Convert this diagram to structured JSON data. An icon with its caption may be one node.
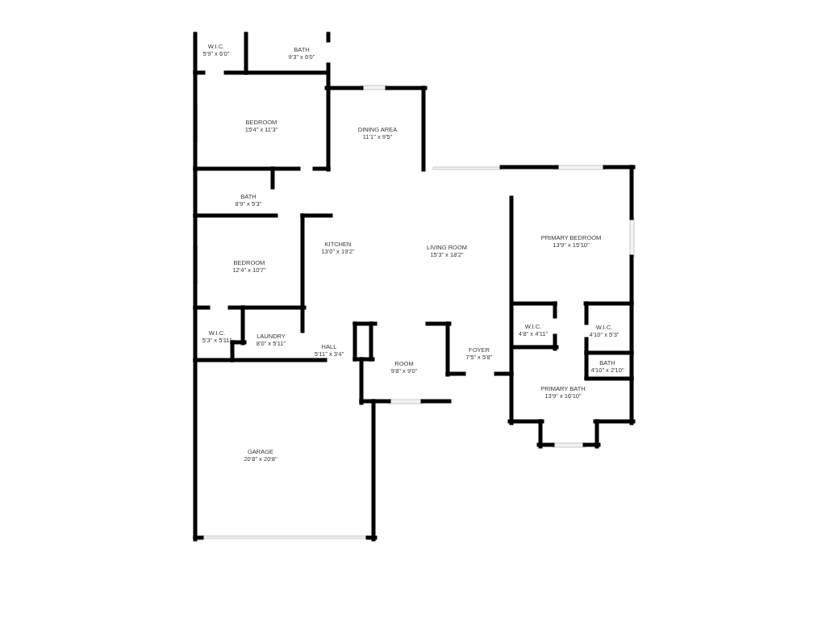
{
  "diagram": {
    "labels": [
      "W.I.C.",
      "5'9\" x 6'0\"",
      "BATH",
      "9'3\" x 6'0\"",
      "BEDROOM",
      "15'4\" x 11'3\"",
      "DINING AREA",
      "11'1\" x 9'5\"",
      "BATH",
      "8'9\" x 5'3\"",
      "PRIMARY BEDROOM",
      "13'9\" x 15'10\"",
      "KITCHEN",
      "13'0\" x 19'2\"",
      "LIVING ROOM",
      "15'3\" x 18'2\"",
      "BEDROOM",
      "12'4\" x 10'7\"",
      "W.I.C.",
      "5'3\" x 5'11\"",
      "LAUNDRY",
      "8'0\" x 5'11\"",
      "W.I.C.",
      "4'8\" x 4'11\"",
      "W.I.C.",
      "4'10\" x 5'3\"",
      "HALL",
      "5'11\" x 3'4\"",
      "FOYER",
      "7'5\" x 5'8\"",
      "BATH",
      "4'10\" x 2'10\"",
      "ROOM",
      "9'8\" x 9'0\"",
      "PRIMARY BATH",
      "13'9\" x 16'10\"",
      "GARAGE",
      "20'8\" x 20'8\""
    ]
  }
}
